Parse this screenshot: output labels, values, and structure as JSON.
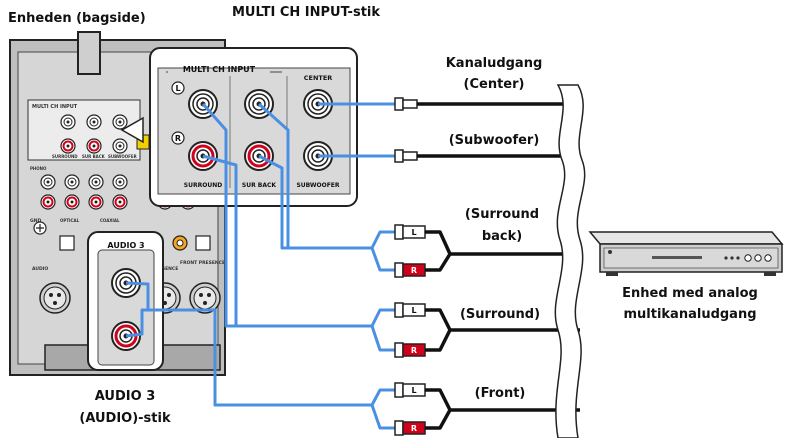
{
  "labels": {
    "unit_rear": "Enheden (bagside)",
    "multi_ch_input_jacks": "MULTI CH INPUT-stik",
    "channel_output": "Kanaludgang",
    "center": "(Center)",
    "subwoofer": "(Subwoofer)",
    "surround_back_1": "(Surround",
    "surround_back_2": "back)",
    "surround": "(Surround)",
    "front": "(Front)",
    "device_1": "Enhed med analog",
    "device_2": "multikanaludgang",
    "audio3_1": "AUDIO 3",
    "audio3_2": "(AUDIO)-stik"
  },
  "panel": {
    "title": "MULTI CH INPUT",
    "center": "CENTER",
    "surround": "SURROUND",
    "sur_back": "SUR BACK",
    "subwoofer": "SUBWOOFER",
    "audio3": "AUDIO 3",
    "l_mark": "L",
    "r_mark": "R"
  },
  "rear_panel_print": {
    "multi_ch_input": "MULTI CH INPUT",
    "surround": "SURROUND",
    "sur_back": "SUR BACK",
    "subwoofer": "SUBWOOFER",
    "optical": "OPTICAL",
    "coaxial": "COAXIAL",
    "phono": "PHONO",
    "gnd": "GND",
    "audio": "AUDIO",
    "front_presence": "FRONT PRESENCE",
    "presence": "PRESENCE"
  },
  "plug_marks": {
    "left": "L",
    "right": "R"
  },
  "colors": {
    "cable": "#4a90e2",
    "red_jack": "#d0021b",
    "panel_bg": "#d9d9d9",
    "unit_bg": "#bfbfbf"
  }
}
